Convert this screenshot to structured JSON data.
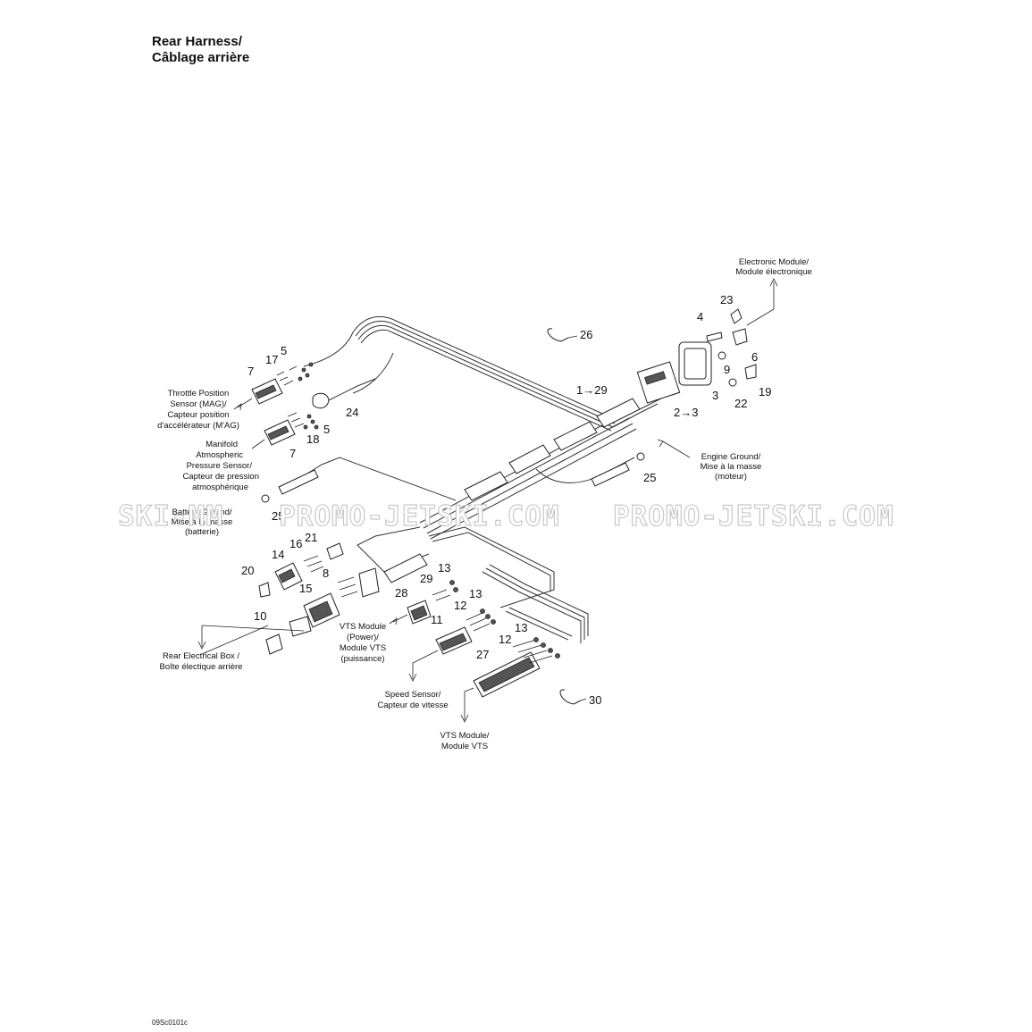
{
  "title": {
    "line1": "Rear Harness/",
    "line2": "Câblage arrière"
  },
  "watermark": {
    "left": "SKI-MM",
    "center": "PROMO-JETSKI.COM",
    "right": "PROMO-JETSKI.COM"
  },
  "callouts": {
    "electronic_module": [
      "Electronic Module/",
      "Module électronique"
    ],
    "throttle_sensor": [
      "Throttle Position",
      "Sensor (MAG)/",
      "Capteur position",
      "d'accélérateur (M'AG)"
    ],
    "manifold_sensor": [
      "Manifold",
      "Atmospheric",
      "Pressure Sensor/",
      "Capteur de pression",
      "atmosphérique"
    ],
    "engine_ground": [
      "Engine Ground/",
      "Mise à la masse",
      "(moteur)"
    ],
    "battery_ground": [
      "Battery Ground/",
      "Mise à la masse",
      "(batterie)"
    ],
    "rear_box": [
      "Rear Electrical Box /",
      "Boîte électique arrière"
    ],
    "vts_power": [
      "VTS Module",
      "(Power)/",
      "Module VTS",
      "(puissance)"
    ],
    "speed_sensor": [
      "Speed Sensor/",
      "Capteur de vitesse"
    ],
    "vts_module": [
      "VTS Module/",
      "Module VTS"
    ]
  },
  "parts": {
    "p23": "23",
    "p4": "4",
    "p26": "26",
    "p6": "6",
    "p9": "9",
    "p3": "3",
    "p19": "19",
    "p22": "22",
    "p1_29": "1→29",
    "p2_3": "2→3",
    "p5a": "5",
    "p17": "17",
    "p7a": "7",
    "p24": "24",
    "p18": "18",
    "p5b": "5",
    "p7b": "7",
    "p25a": "25",
    "p25b": "25",
    "p16": "16",
    "p21": "21",
    "p14": "14",
    "p20": "20",
    "p8": "8",
    "p15": "15",
    "p10": "10",
    "p29": "29",
    "p13a": "13",
    "p28": "28",
    "p13b": "13",
    "p12a": "12",
    "p11": "11",
    "p13c": "13",
    "p12b": "12",
    "p27": "27",
    "p30": "30"
  },
  "figure_code": "09Sc0101c"
}
